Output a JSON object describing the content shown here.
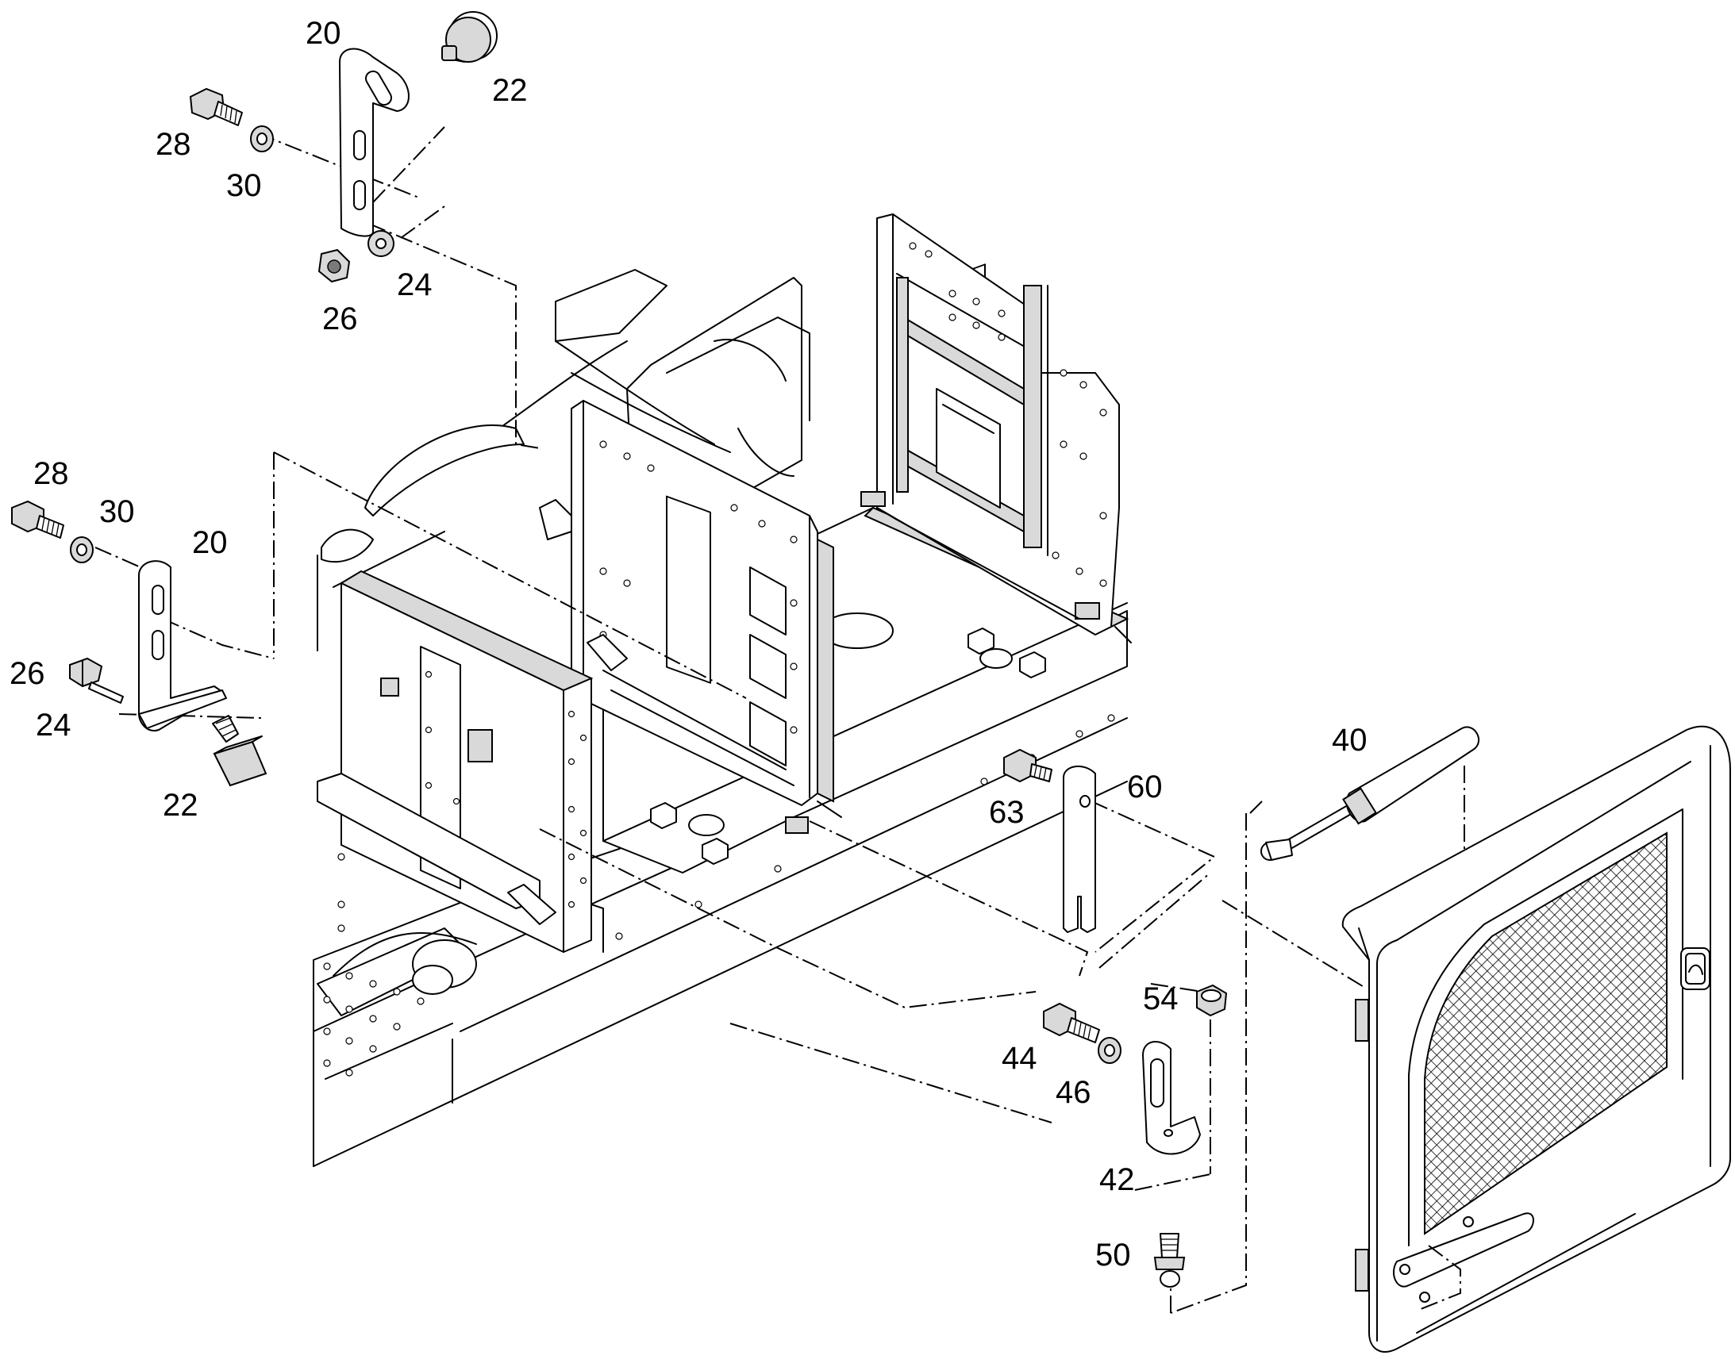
{
  "diagram": {
    "callouts": [
      {
        "id": "c20a",
        "label": "20"
      },
      {
        "id": "c22a",
        "label": "22"
      },
      {
        "id": "c28a",
        "label": "28"
      },
      {
        "id": "c30a",
        "label": "30"
      },
      {
        "id": "c24a",
        "label": "24"
      },
      {
        "id": "c26a",
        "label": "26"
      },
      {
        "id": "c28b",
        "label": "28"
      },
      {
        "id": "c30b",
        "label": "30"
      },
      {
        "id": "c20b",
        "label": "20"
      },
      {
        "id": "c26b",
        "label": "26"
      },
      {
        "id": "c24b",
        "label": "24"
      },
      {
        "id": "c22b",
        "label": "22"
      },
      {
        "id": "c40",
        "label": "40"
      },
      {
        "id": "c63",
        "label": "63"
      },
      {
        "id": "c60",
        "label": "60"
      },
      {
        "id": "c54",
        "label": "54"
      },
      {
        "id": "c44",
        "label": "44"
      },
      {
        "id": "c46",
        "label": "46"
      },
      {
        "id": "c42",
        "label": "42"
      },
      {
        "id": "c50",
        "label": "50"
      }
    ]
  }
}
